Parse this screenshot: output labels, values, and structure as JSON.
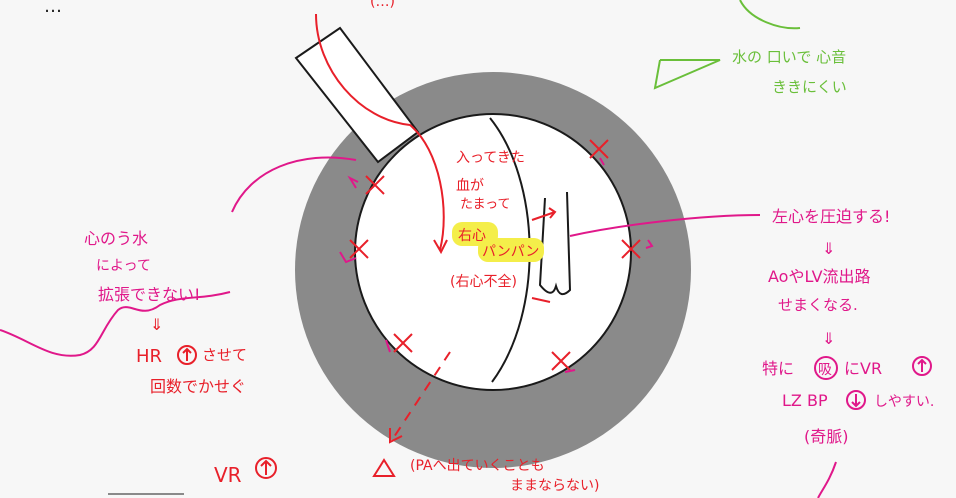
{
  "colors": {
    "red": "#e8202a",
    "pink": "#e0188a",
    "green": "#6abf3a",
    "gray": "#8a8a8a",
    "highlight": "#f4ee4a",
    "ink": "#1a1a1a"
  },
  "labels": {
    "top_left_fragment": "…",
    "top_center_fragment": "(…)",
    "blood_line1": "入ってきた",
    "blood_line2": "血が",
    "blood_line3": "たまって",
    "rv_label": "右心",
    "panpan": "パンパン",
    "rv_failure": "(右心不全)",
    "left_note1": "心のう水",
    "left_note2": "によって",
    "left_note3": "拡張できない!",
    "hr_line1": "HR",
    "hr_line1b": "させて",
    "hr_line2": "回数でかせぐ",
    "vr_bottom": "VR",
    "pa_note1": "(PAへ出ていくことも",
    "pa_note2": "ままならない)",
    "green_note1": "水の 口いで 心音",
    "green_note2": "ききにくい",
    "right_note1": "左心を圧迫する!",
    "right_note2": "AoやLV流出路",
    "right_note3": "せまくなる.",
    "right_note4": "特に",
    "right_note4b": "吸",
    "right_note4c": "にVR",
    "right_note5": "LZ BP",
    "right_note5b": "しやすい.",
    "right_note6": "(奇脈)",
    "arrow_down": "⇓"
  }
}
